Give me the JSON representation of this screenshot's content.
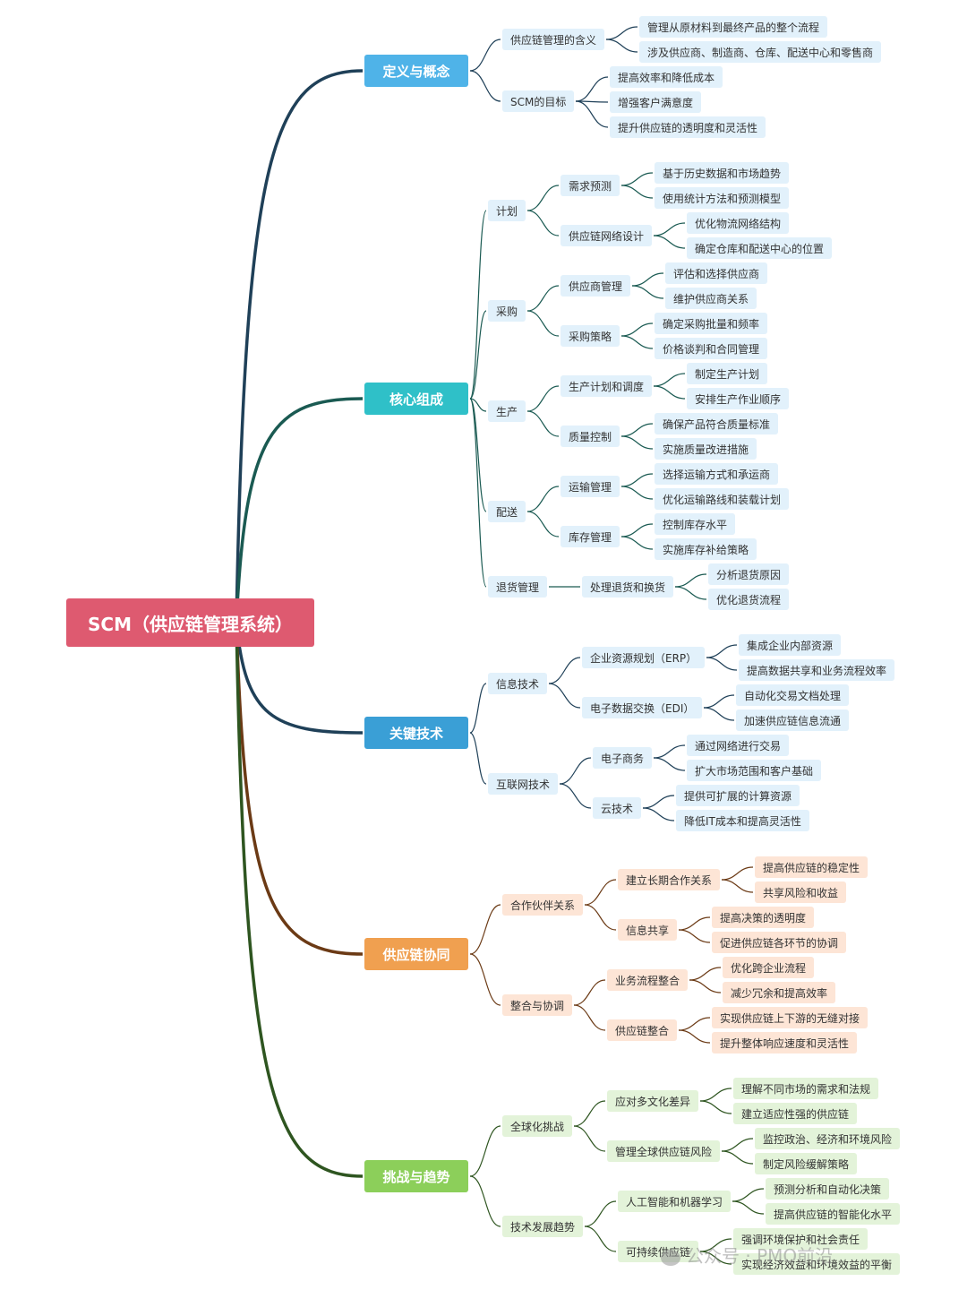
{
  "root": "SCM（供应链管理系统）",
  "colors": {
    "root": "#de5a70",
    "branches": [
      "#4fb3e8",
      "#2fc0c8",
      "#3a9fd6",
      "#f0a050",
      "#8ccf5a"
    ],
    "leaf_bg": [
      "#e2f1fb",
      "#e2f1fb",
      "#e2f1fb",
      "#fde5d6",
      "#e3f3d9"
    ],
    "links": [
      "#1f4058",
      "#1a5a52",
      "#1f4058",
      "#6b3a15",
      "#2e5520"
    ]
  },
  "branches": [
    {
      "label": "定义与概念",
      "children": [
        {
          "label": "供应链管理的含义",
          "children": [
            {
              "label": "管理从原材料到最终产品的整个流程"
            },
            {
              "label": "涉及供应商、制造商、仓库、配送中心和零售商"
            }
          ]
        },
        {
          "label": "SCM的目标",
          "children": [
            {
              "label": "提高效率和降低成本"
            },
            {
              "label": "增强客户满意度"
            },
            {
              "label": "提升供应链的透明度和灵活性"
            }
          ]
        }
      ]
    },
    {
      "label": "核心组成",
      "children": [
        {
          "label": "计划",
          "children": [
            {
              "label": "需求预测",
              "children": [
                {
                  "label": "基于历史数据和市场趋势"
                },
                {
                  "label": "使用统计方法和预测模型"
                }
              ]
            },
            {
              "label": "供应链网络设计",
              "children": [
                {
                  "label": "优化物流网络结构"
                },
                {
                  "label": "确定仓库和配送中心的位置"
                }
              ]
            }
          ]
        },
        {
          "label": "采购",
          "children": [
            {
              "label": "供应商管理",
              "children": [
                {
                  "label": "评估和选择供应商"
                },
                {
                  "label": "维护供应商关系"
                }
              ]
            },
            {
              "label": "采购策略",
              "children": [
                {
                  "label": "确定采购批量和频率"
                },
                {
                  "label": "价格谈判和合同管理"
                }
              ]
            }
          ]
        },
        {
          "label": "生产",
          "children": [
            {
              "label": "生产计划和调度",
              "children": [
                {
                  "label": "制定生产计划"
                },
                {
                  "label": "安排生产作业顺序"
                }
              ]
            },
            {
              "label": "质量控制",
              "children": [
                {
                  "label": "确保产品符合质量标准"
                },
                {
                  "label": "实施质量改进措施"
                }
              ]
            }
          ]
        },
        {
          "label": "配送",
          "children": [
            {
              "label": "运输管理",
              "children": [
                {
                  "label": "选择运输方式和承运商"
                },
                {
                  "label": "优化运输路线和装载计划"
                }
              ]
            },
            {
              "label": "库存管理",
              "children": [
                {
                  "label": "控制库存水平"
                },
                {
                  "label": "实施库存补给策略"
                }
              ]
            }
          ]
        },
        {
          "label": "退货管理",
          "children": [
            {
              "label": "处理退货和换货",
              "children": [
                {
                  "label": "分析退货原因"
                },
                {
                  "label": "优化退货流程"
                }
              ]
            }
          ]
        }
      ]
    },
    {
      "label": "关键技术",
      "children": [
        {
          "label": "信息技术",
          "children": [
            {
              "label": "企业资源规划（ERP）",
              "children": [
                {
                  "label": "集成企业内部资源"
                },
                {
                  "label": "提高数据共享和业务流程效率"
                }
              ]
            },
            {
              "label": "电子数据交换（EDI）",
              "children": [
                {
                  "label": "自动化交易文档处理"
                },
                {
                  "label": "加速供应链信息流通"
                }
              ]
            }
          ]
        },
        {
          "label": "互联网技术",
          "children": [
            {
              "label": "电子商务",
              "children": [
                {
                  "label": "通过网络进行交易"
                },
                {
                  "label": "扩大市场范围和客户基础"
                }
              ]
            },
            {
              "label": "云技术",
              "children": [
                {
                  "label": "提供可扩展的计算资源"
                },
                {
                  "label": "降低IT成本和提高灵活性"
                }
              ]
            }
          ]
        }
      ]
    },
    {
      "label": "供应链协同",
      "children": [
        {
          "label": "合作伙伴关系",
          "children": [
            {
              "label": "建立长期合作关系",
              "children": [
                {
                  "label": "提高供应链的稳定性"
                },
                {
                  "label": "共享风险和收益"
                }
              ]
            },
            {
              "label": "信息共享",
              "children": [
                {
                  "label": "提高决策的透明度"
                },
                {
                  "label": "促进供应链各环节的协调"
                }
              ]
            }
          ]
        },
        {
          "label": "整合与协调",
          "children": [
            {
              "label": "业务流程整合",
              "children": [
                {
                  "label": "优化跨企业流程"
                },
                {
                  "label": "减少冗余和提高效率"
                }
              ]
            },
            {
              "label": "供应链整合",
              "children": [
                {
                  "label": "实现供应链上下游的无缝对接"
                },
                {
                  "label": "提升整体响应速度和灵活性"
                }
              ]
            }
          ]
        }
      ]
    },
    {
      "label": "挑战与趋势",
      "children": [
        {
          "label": "全球化挑战",
          "children": [
            {
              "label": "应对多文化差异",
              "children": [
                {
                  "label": "理解不同市场的需求和法规"
                },
                {
                  "label": "建立适应性强的供应链"
                }
              ]
            },
            {
              "label": "管理全球供应链风险",
              "children": [
                {
                  "label": "监控政治、经济和环境风险"
                },
                {
                  "label": "制定风险缓解策略"
                }
              ]
            }
          ]
        },
        {
          "label": "技术发展趋势",
          "children": [
            {
              "label": "人工智能和机器学习",
              "children": [
                {
                  "label": "预测分析和自动化决策"
                },
                {
                  "label": "提高供应链的智能化水平"
                }
              ]
            },
            {
              "label": "可持续供应链",
              "children": [
                {
                  "label": "强调环境保护和社会责任"
                },
                {
                  "label": "实现经济效益和环境效益的平衡"
                }
              ]
            }
          ]
        }
      ]
    }
  ],
  "watermark": "公众号 · PMO前沿"
}
